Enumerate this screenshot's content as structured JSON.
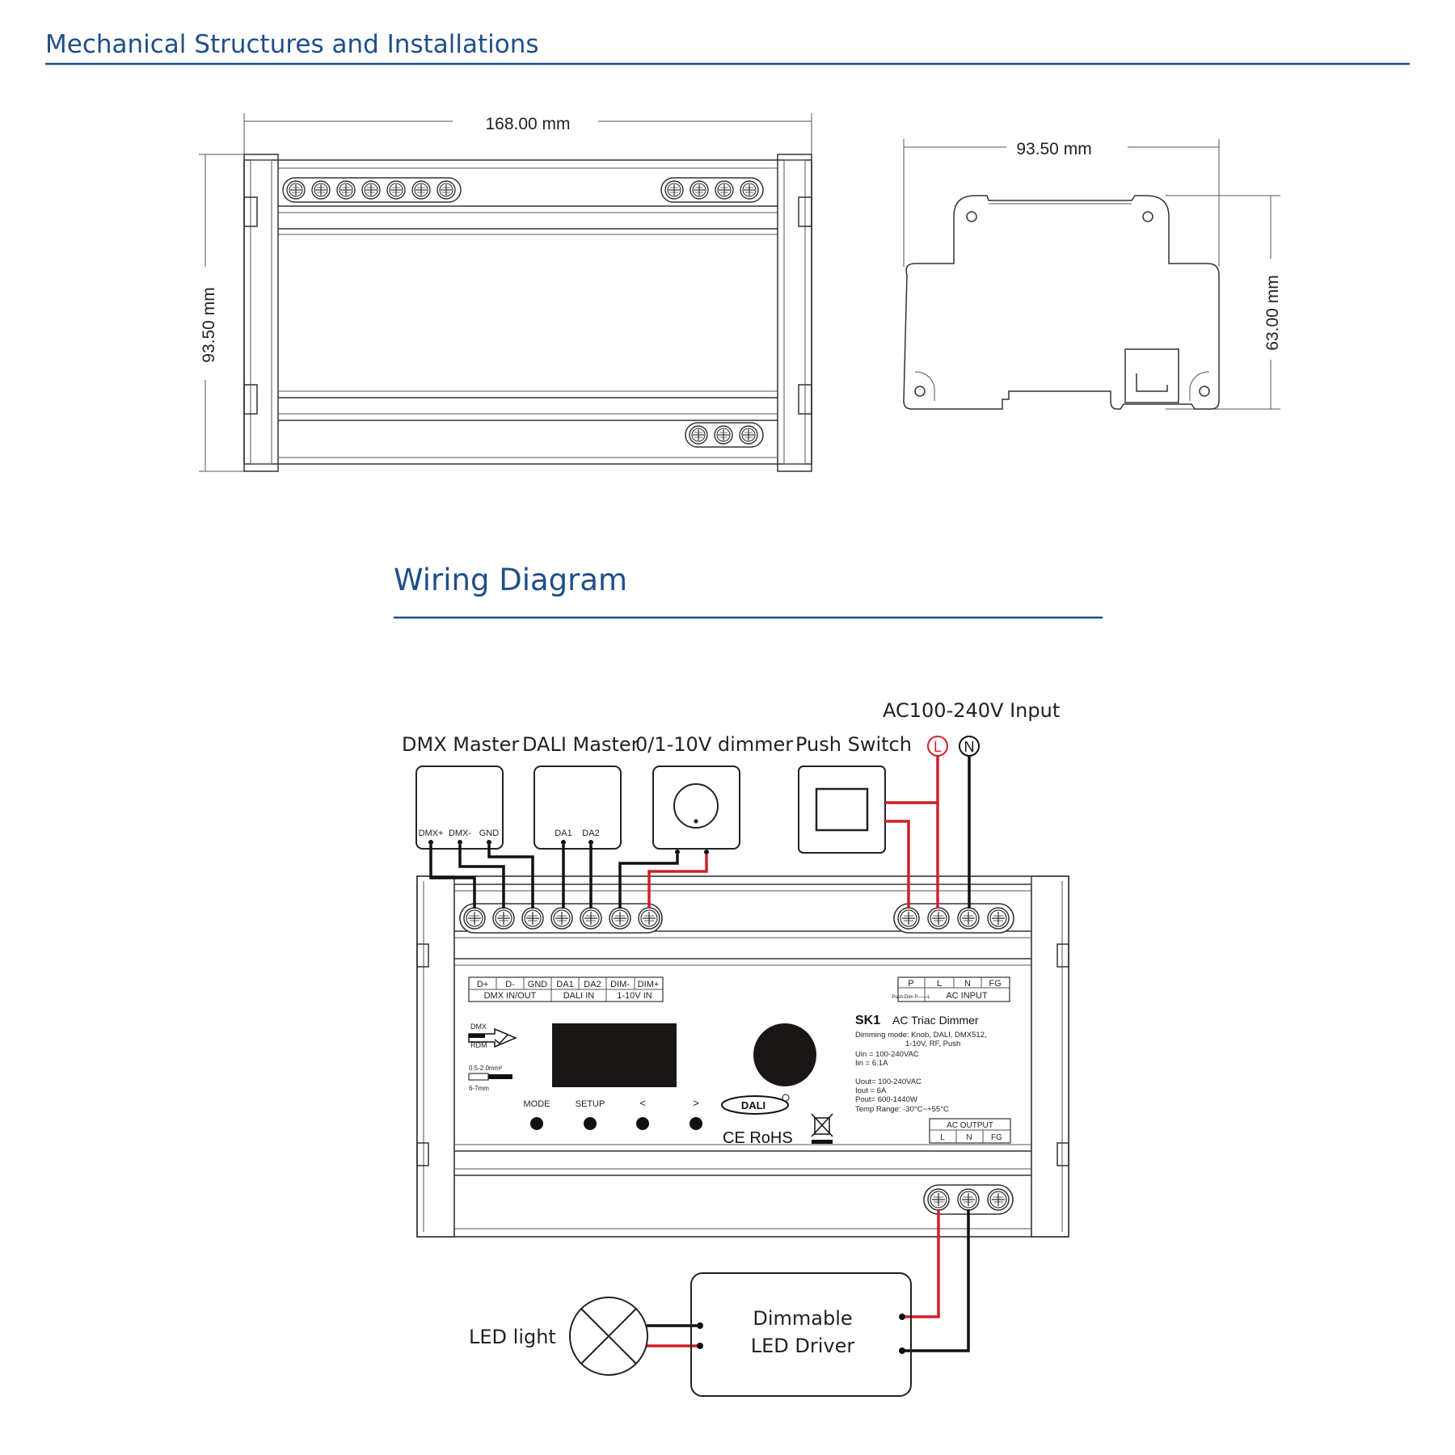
{
  "headings": {
    "mechanical": "Mechanical Structures and Installations",
    "wiring": "Wiring Diagram"
  },
  "dimensions": {
    "front_width": "168.00 mm",
    "front_height": "93.50 mm",
    "side_width": "93.50 mm",
    "side_height": "63.00 mm"
  },
  "sources": {
    "dmx_master": "DMX Master",
    "dali_master": "DALI Master",
    "dimmer": "0/1-10V dimmer",
    "push_switch": "Push Switch",
    "ac_input": "AC100-240V Input",
    "l_symbol": "L",
    "n_symbol": "N",
    "dmx_pins": [
      "DMX+",
      "DMX-",
      "GND"
    ],
    "dali_pins": [
      "DA1",
      "DA2"
    ]
  },
  "terminal_top_labels": [
    "D+",
    "D-",
    "GND",
    "DA1",
    "DA2",
    "DIM-",
    "DIM+"
  ],
  "terminal_groups": [
    "DMX IN/OUT",
    "DALI IN",
    "1-10V IN"
  ],
  "ac_input_labels": [
    "P",
    "L",
    "N",
    "FG"
  ],
  "ac_input_sub": "Push-Dim P——L",
  "ac_input_group": "AC INPUT",
  "device": {
    "model": "SK1",
    "name": "AC Triac Dimmer",
    "spec_lines": [
      "Dimming mode: Knob, DALI, DMX512,",
      "1-10V, RF, Push",
      "Uin  = 100-240VAC",
      "Iin   = 6.1A",
      "Uout= 100-240VAC",
      "Iout = 6A",
      "Pout= 600-1440W",
      "Temp Range: -30°C~+55°C"
    ],
    "dmx_logo_top": "DMX",
    "dmx_logo_bottom": "RDM",
    "wire_spec_1": "0.5-2.0mm²",
    "wire_spec_2": "6-7mm",
    "buttons": [
      "MODE",
      "SETUP",
      "<",
      ">"
    ],
    "dali_logo": "DALI",
    "cert": "CE RoHS",
    "ac_output_group": "AC OUTPUT",
    "ac_output_labels": [
      "L",
      "N",
      "FG"
    ]
  },
  "load": {
    "led_light": "LED light",
    "driver_line1": "Dimmable",
    "driver_line2": "LED Driver"
  },
  "colors": {
    "heading": "#1f4e8a",
    "rule": "#1f4e8a",
    "live_wire": "#d0202a",
    "neutral_wire": "#111111"
  }
}
